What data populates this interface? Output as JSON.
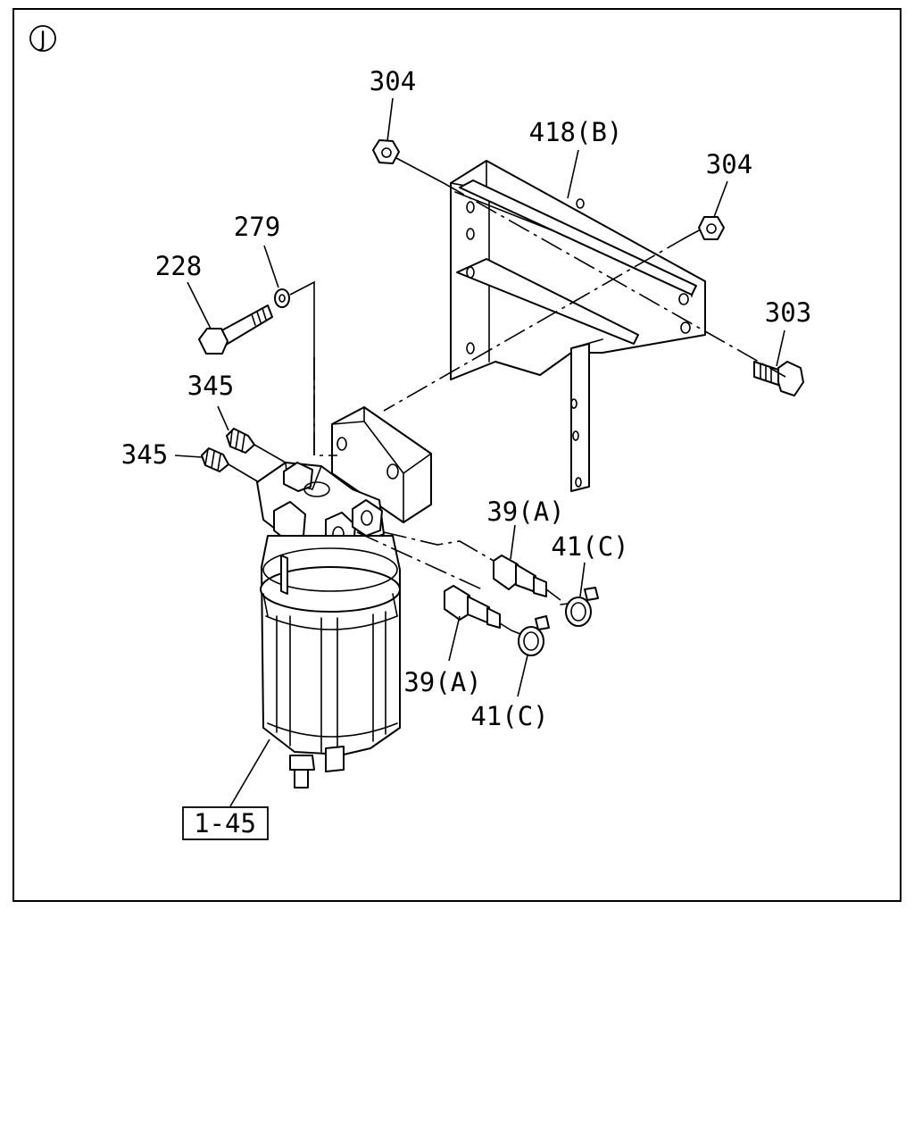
{
  "view_marker": "J",
  "callouts": {
    "nut_top": "304",
    "bracket": "418(B)",
    "nut_right": "304",
    "bolt_right": "303",
    "washer": "279",
    "bolt_left": "228",
    "plug_upper": "345",
    "plug_lower": "345",
    "nipple_upper": "39(A)",
    "clip_upper": "41(C)",
    "nipple_lower": "39(A)",
    "clip_lower": "41(C)"
  },
  "reference_box": "1-45"
}
